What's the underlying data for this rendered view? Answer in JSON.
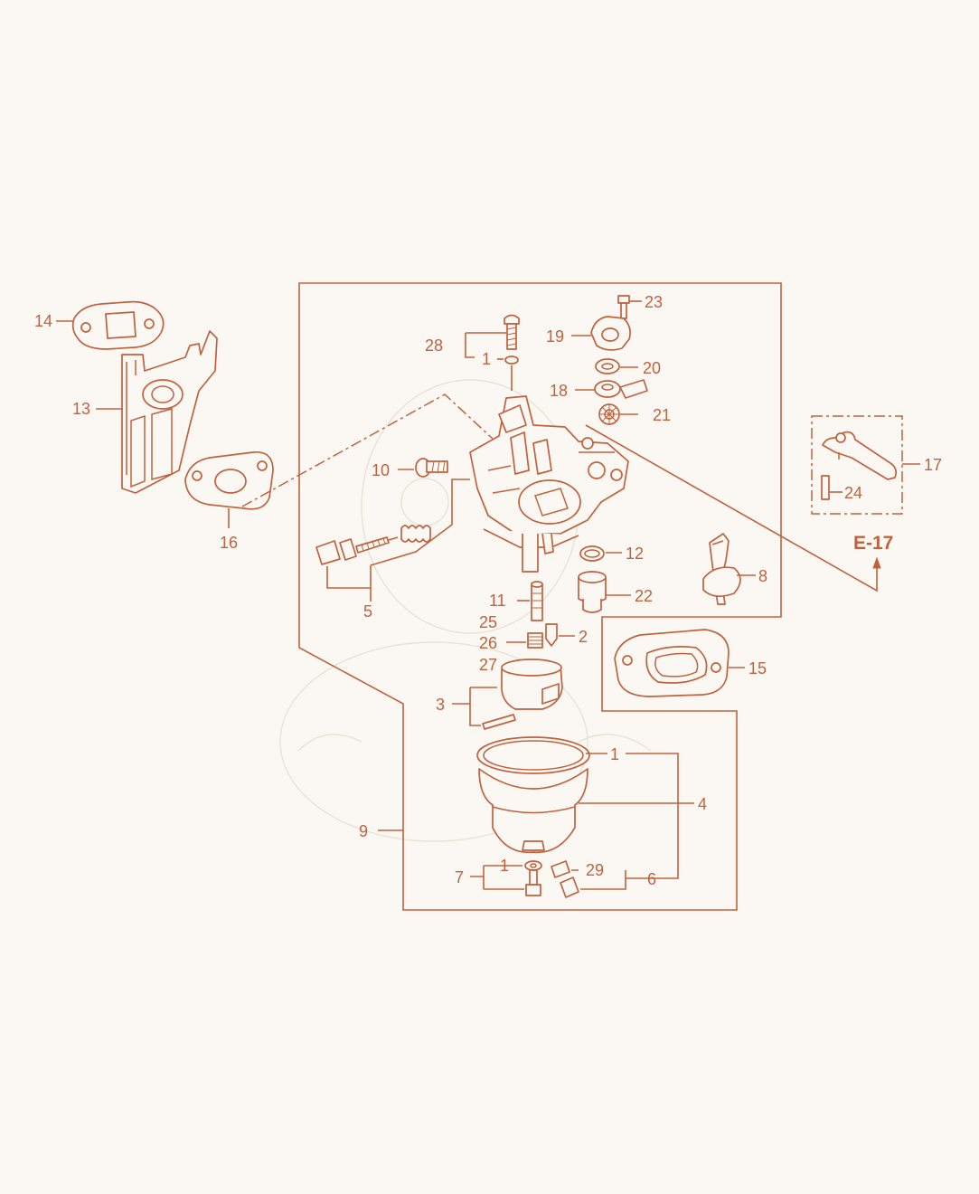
{
  "colors": {
    "line": "#c0623e",
    "background": "#fbf8f3"
  },
  "reference": "E-17",
  "labels": {
    "l14": "14",
    "l13": "13",
    "l16": "16",
    "l28": "28",
    "l1a": "1",
    "l10": "10",
    "l5": "5",
    "l23": "23",
    "l19": "19",
    "l20": "20",
    "l18": "18",
    "l21": "21",
    "l12": "12",
    "l22": "22",
    "l11": "11",
    "l25": "25",
    "l2": "2",
    "l26": "26",
    "l27": "27",
    "l3": "3",
    "l8": "8",
    "l15": "15",
    "l17": "17",
    "l24": "24",
    "l1b": "1",
    "l4": "4",
    "l9": "9",
    "l1c": "1",
    "l7": "7",
    "l29": "29",
    "l6": "6"
  }
}
